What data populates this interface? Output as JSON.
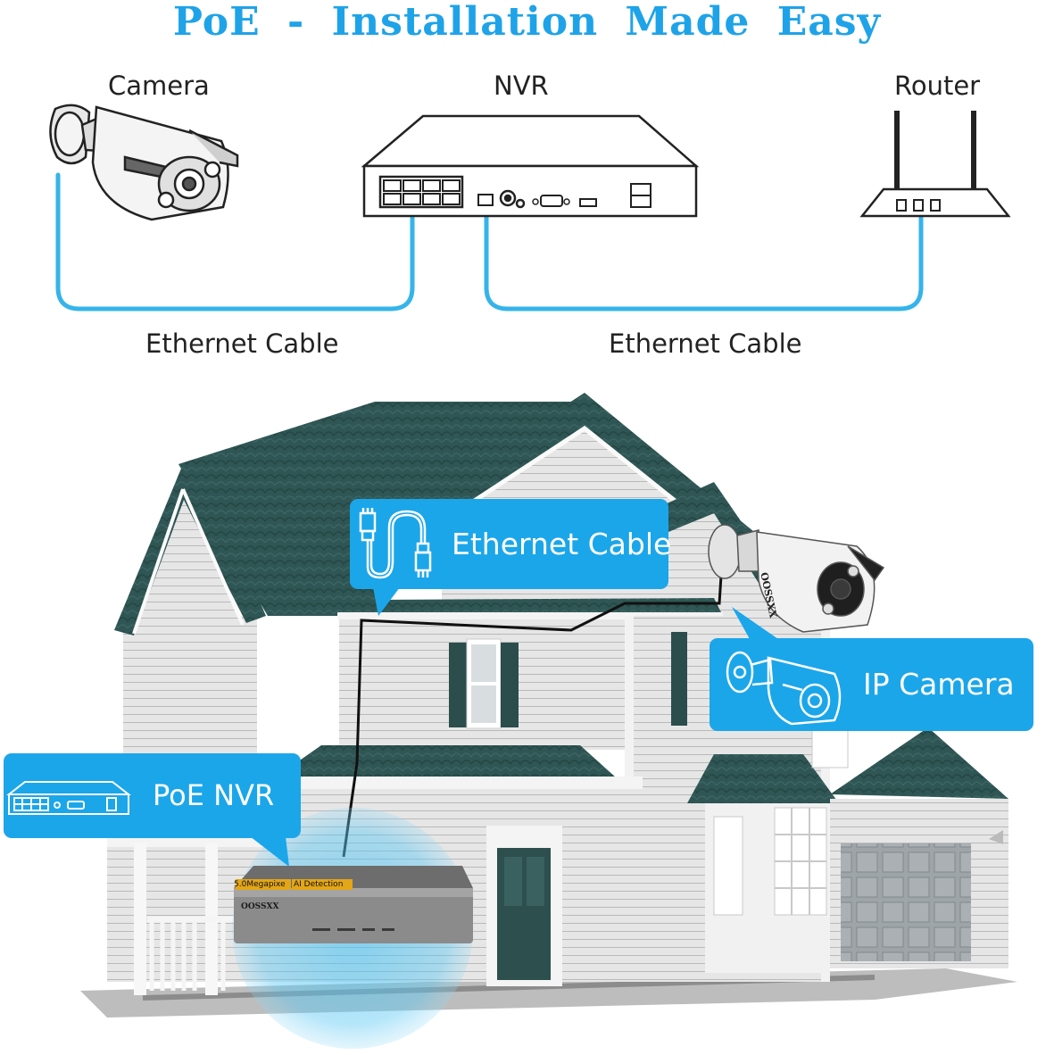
{
  "title": "PoE  -  Installation  Made  Easy",
  "top_diagram": {
    "camera_label": "Camera",
    "nvr_label": "NVR",
    "router_label": "Router",
    "cable_left_label": "Ethernet Cable",
    "cable_right_label": "Ethernet Cable"
  },
  "house_scene": {
    "ethernet_callout": "Ethernet Cable",
    "ip_camera_callout": "IP Camera",
    "poe_nvr_callout": "PoE NVR",
    "camera_brand": "OOSSXX",
    "nvr_brand": "OOSSXX",
    "nvr_badge_resolution": "5.0Megapixe",
    "nvr_badge_ai": "AI Detection"
  },
  "colors": {
    "accent": "#1fa3e8",
    "callout": "#1ba6ea",
    "cable": "#35b4ea",
    "roof": "#2e5553",
    "siding": "#e2e2e2"
  }
}
